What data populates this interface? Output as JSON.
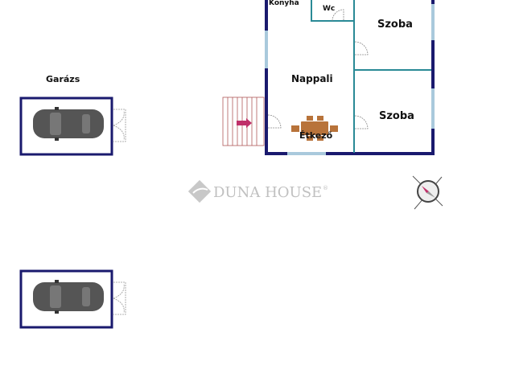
{
  "rooms": {
    "konyha": "Konyha",
    "wc": "Wc",
    "szoba1": "Szoba",
    "szoba2": "Szoba",
    "nappali": "Nappali",
    "etkezo": "Étkező",
    "garazs": "Garázs"
  },
  "logo": {
    "text": "DUNA HOUSE",
    "mark": "®"
  },
  "compass": {
    "icon": "compass-icon"
  },
  "colors": {
    "outer_wall": "#1a1a6e",
    "inner_wall": "#2a8a96",
    "window": "#a9c9dc",
    "stairs": "#b05a5a",
    "arrow": "#c0306a",
    "furniture": "#b8733a"
  }
}
